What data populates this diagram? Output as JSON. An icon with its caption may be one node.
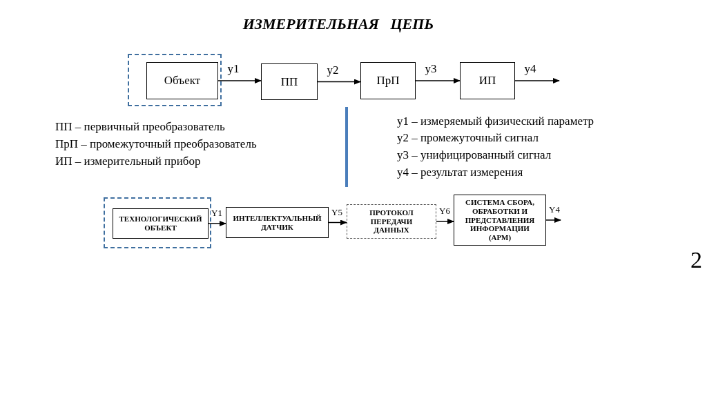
{
  "diagram": {
    "title": "ИЗМЕРИТЕЛЬНАЯ   ЦЕПЬ",
    "nodes": [
      {
        "text": [],
        "shape": "box"
      },
      {
        "text": [
          "Объект"
        ],
        "in": 0
      },
      {
        "text": [
          "ПП"
        ]
      },
      {
        "text": [
          "ПрП"
        ]
      },
      {
        "text": [
          "ИП"
        ]
      },
      {
        "text": [],
        "shape": "box"
      },
      {
        "text": [
          "ТЕХНОЛОГИЧЕСКИЙ ОБЪЕКТ"
        ],
        "in": 5
      },
      {
        "text": [
          "ИНТЕЛЛЕКТУАЛЬНЫЙ ДАТЧИК"
        ]
      },
      {
        "text": [
          "ПРОТОКОЛ ПЕРЕДАЧИ ДАННЫХ"
        ]
      },
      {
        "text": [
          "СИСТЕМА СБОРА, ОБРАБОТКИ И ПРЕДСТАВЛЕНИЯ ИНФОРМАЦИИ (АРМ)"
        ]
      }
    ],
    "edges": [
      {
        "from": 1,
        "to": 2,
        "arrow": "to",
        "label": "y1"
      },
      {
        "from": 2,
        "to": 3,
        "arrow": "to",
        "label": "y2"
      },
      {
        "from": 3,
        "to": 4,
        "arrow": "to",
        "label": "y3"
      },
      {
        "from": 4,
        "to": null,
        "arrow": "to",
        "label": "y4"
      },
      {
        "from": 6,
        "to": 7,
        "arrow": "to",
        "label": "Y1"
      },
      {
        "from": 7,
        "to": 8,
        "arrow": "to",
        "label": "Y5"
      },
      {
        "from": 8,
        "to": 9,
        "arrow": "to",
        "label": "Y6"
      },
      {
        "from": 9,
        "to": null,
        "arrow": "to",
        "label": "Y4"
      }
    ],
    "labels": [
      "ПП – первичный преобразователь",
      "ПрП – промежуточный преобразователь",
      "ИП – измерительный прибор",
      "y1 – измеряемый физический параметр",
      "y2 – промежуточный сигнал",
      "y3 – унифицированный сигнал",
      "y4 – результат измерения",
      "2"
    ]
  }
}
